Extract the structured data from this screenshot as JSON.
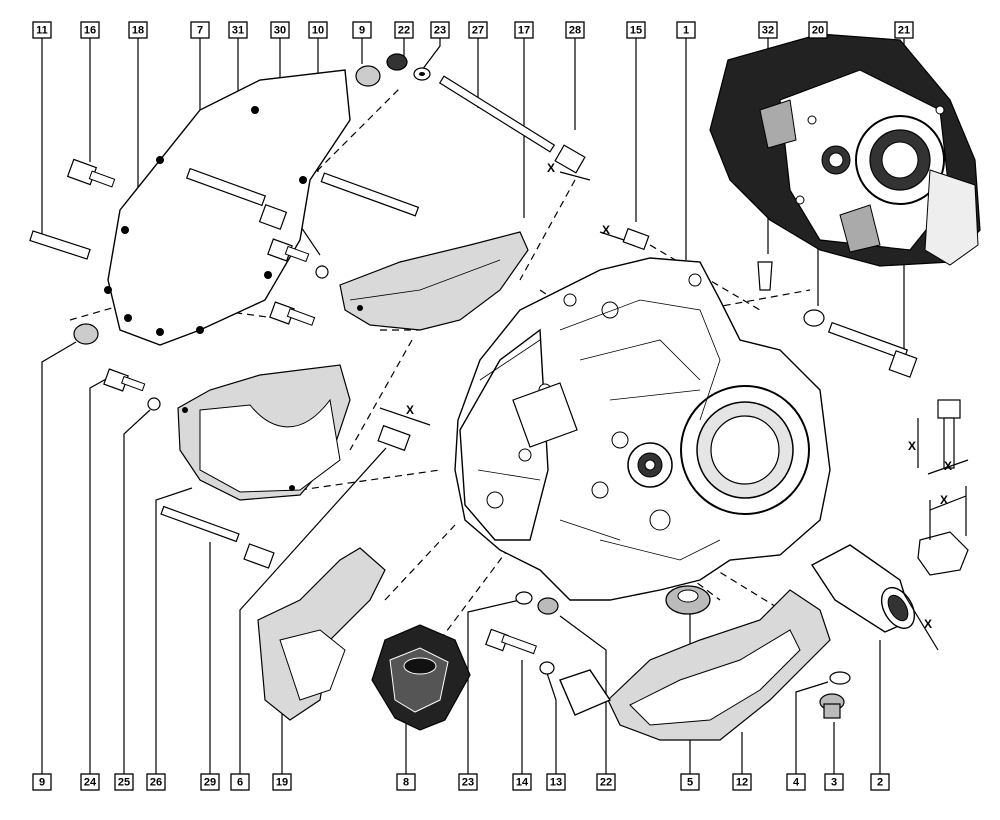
{
  "callouts_top": [
    {
      "id": "top-11",
      "label": "11"
    },
    {
      "id": "top-16",
      "label": "16"
    },
    {
      "id": "top-18",
      "label": "18"
    },
    {
      "id": "top-7",
      "label": "7"
    },
    {
      "id": "top-31",
      "label": "31"
    },
    {
      "id": "top-30",
      "label": "30"
    },
    {
      "id": "top-10",
      "label": "10"
    },
    {
      "id": "top-9",
      "label": "9"
    },
    {
      "id": "top-22",
      "label": "22"
    },
    {
      "id": "top-23",
      "label": "23"
    },
    {
      "id": "top-27",
      "label": "27"
    },
    {
      "id": "top-17",
      "label": "17"
    },
    {
      "id": "top-28",
      "label": "28"
    },
    {
      "id": "top-15",
      "label": "15"
    },
    {
      "id": "top-1",
      "label": "1"
    },
    {
      "id": "top-32",
      "label": "32"
    },
    {
      "id": "top-20",
      "label": "20"
    },
    {
      "id": "top-21",
      "label": "21"
    }
  ],
  "callouts_bottom": [
    {
      "id": "bot-9",
      "label": "9"
    },
    {
      "id": "bot-24",
      "label": "24"
    },
    {
      "id": "bot-25",
      "label": "25"
    },
    {
      "id": "bot-26",
      "label": "26"
    },
    {
      "id": "bot-29",
      "label": "29"
    },
    {
      "id": "bot-6",
      "label": "6"
    },
    {
      "id": "bot-19",
      "label": "19"
    },
    {
      "id": "bot-8",
      "label": "8"
    },
    {
      "id": "bot-23",
      "label": "23"
    },
    {
      "id": "bot-14",
      "label": "14"
    },
    {
      "id": "bot-13",
      "label": "13"
    },
    {
      "id": "bot-22",
      "label": "22"
    },
    {
      "id": "bot-5",
      "label": "5"
    },
    {
      "id": "bot-12",
      "label": "12"
    },
    {
      "id": "bot-4",
      "label": "4"
    },
    {
      "id": "bot-3",
      "label": "3"
    },
    {
      "id": "bot-2",
      "label": "2"
    }
  ],
  "dimension_labels": {
    "stud_gap": "X",
    "pin_gap": "X",
    "dowel_gap": "X",
    "sleeve_length": "X",
    "bolt_detail_height": "X",
    "bolt_detail_width": "X",
    "nut_detail_width": "X"
  }
}
